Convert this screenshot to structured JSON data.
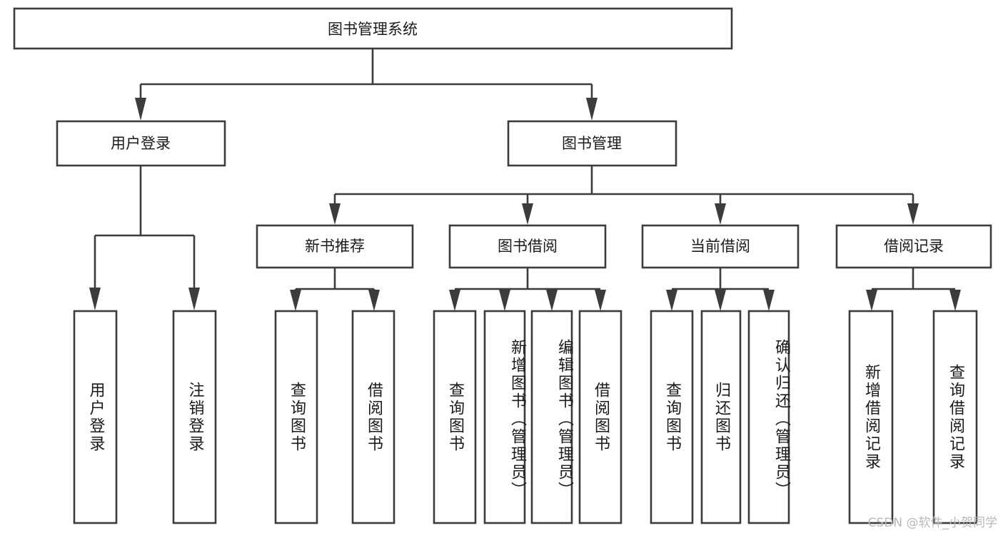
{
  "diagram": {
    "title_node": {
      "label": "图书管理系统"
    },
    "level2": [
      {
        "label": "用户登录"
      },
      {
        "label": "图书管理"
      }
    ],
    "level3": [
      {
        "label": "新书推荐"
      },
      {
        "label": "图书借阅"
      },
      {
        "label": "当前借阅"
      },
      {
        "label": "借阅记录"
      }
    ],
    "leaves": {
      "user_login": [
        {
          "label": "用户登录"
        },
        {
          "label": "注销登录"
        }
      ],
      "new_book": [
        {
          "label": "查询图书"
        },
        {
          "label": "借阅图书"
        }
      ],
      "book_borrow": [
        {
          "label": "查询图书"
        },
        {
          "label": "新增图书（管理员）"
        },
        {
          "label": "编辑图书（管理员）"
        },
        {
          "label": "借阅图书"
        }
      ],
      "current_borrow": [
        {
          "label": "查询图书"
        },
        {
          "label": "归还图书"
        },
        {
          "label": "确认归还（管理员）"
        }
      ],
      "borrow_record": [
        {
          "label": "新增借阅记录"
        },
        {
          "label": "查询借阅记录"
        }
      ]
    },
    "watermark": "CSDN @软件_小贺同学",
    "colors": {
      "stroke": "#3c3c3c",
      "fill": "#ffffff",
      "text": "#1a1a1a",
      "watermark": "#b8b8b8"
    }
  },
  "chart_data": {
    "type": "table",
    "title": "图书管理系统 功能结构图",
    "nodes": [
      {
        "id": "root",
        "label": "图书管理系统",
        "level": 1,
        "parent": null
      },
      {
        "id": "n2-1",
        "label": "用户登录",
        "level": 2,
        "parent": "root"
      },
      {
        "id": "n2-2",
        "label": "图书管理",
        "level": 2,
        "parent": "root"
      },
      {
        "id": "n3-1",
        "label": "新书推荐",
        "level": 3,
        "parent": "n2-2"
      },
      {
        "id": "n3-2",
        "label": "图书借阅",
        "level": 3,
        "parent": "n2-2"
      },
      {
        "id": "n3-3",
        "label": "当前借阅",
        "level": 3,
        "parent": "n2-2"
      },
      {
        "id": "n3-4",
        "label": "借阅记录",
        "level": 3,
        "parent": "n2-2"
      },
      {
        "id": "l1",
        "label": "用户登录",
        "level": 4,
        "parent": "n2-1"
      },
      {
        "id": "l2",
        "label": "注销登录",
        "level": 4,
        "parent": "n2-1"
      },
      {
        "id": "l3",
        "label": "查询图书",
        "level": 4,
        "parent": "n3-1"
      },
      {
        "id": "l4",
        "label": "借阅图书",
        "level": 4,
        "parent": "n3-1"
      },
      {
        "id": "l5",
        "label": "查询图书",
        "level": 4,
        "parent": "n3-2"
      },
      {
        "id": "l6",
        "label": "新增图书（管理员）",
        "level": 4,
        "parent": "n3-2"
      },
      {
        "id": "l7",
        "label": "编辑图书（管理员）",
        "level": 4,
        "parent": "n3-2"
      },
      {
        "id": "l8",
        "label": "借阅图书",
        "level": 4,
        "parent": "n3-2"
      },
      {
        "id": "l9",
        "label": "查询图书",
        "level": 4,
        "parent": "n3-3"
      },
      {
        "id": "l10",
        "label": "归还图书",
        "level": 4,
        "parent": "n3-3"
      },
      {
        "id": "l11",
        "label": "确认归还（管理员）",
        "level": 4,
        "parent": "n3-3"
      },
      {
        "id": "l12",
        "label": "新增借阅记录",
        "level": 4,
        "parent": "n3-4"
      },
      {
        "id": "l13",
        "label": "查询借阅记录",
        "level": 4,
        "parent": "n3-4"
      }
    ]
  }
}
